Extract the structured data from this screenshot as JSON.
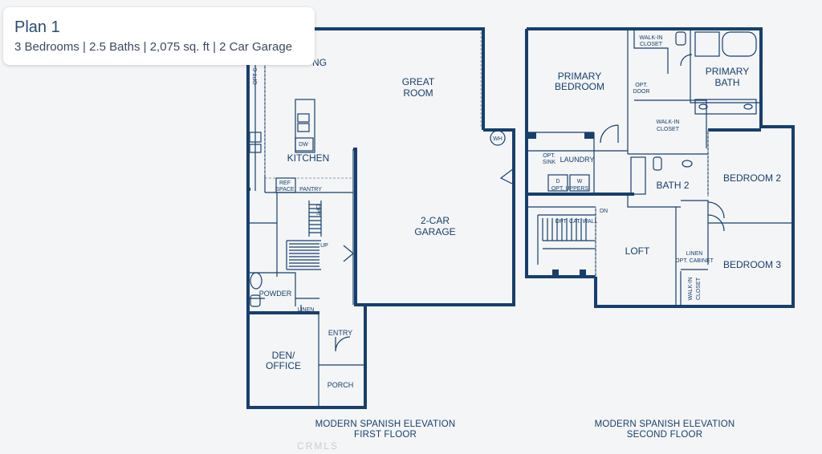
{
  "header": {
    "title": "Plan 1",
    "subtitle": "3 Bedrooms | 2.5 Baths | 2,075 sq. ft | 2 Car Garage"
  },
  "first_floor": {
    "caption_line1": "MODERN SPANISH ELEVATION",
    "caption_line2": "FIRST FLOOR",
    "rooms": {
      "dining": "NG",
      "great_room_1": "GREAT",
      "great_room_2": "ROOM",
      "kitchen": "KITCHEN",
      "dw": "DW",
      "ref_space_1": "REF",
      "ref_space_2": "SPACE",
      "pantry": "PANTRY",
      "garage_1": "2-CAR",
      "garage_2": "GARAGE",
      "wh": "WH",
      "up": "UP",
      "powder": "POWDER",
      "linen": "LINEN",
      "den_1": "DEN/",
      "den_2": "OFFICE",
      "entry": "ENTRY",
      "porch": "PORCH",
      "opt_label": "OPT",
      "opt_vertical": "OPT C",
      "opt_vertical_2": "OPT"
    }
  },
  "second_floor": {
    "caption_line1": "MODERN SPANISH ELEVATION",
    "caption_line2": "SECOND FLOOR",
    "rooms": {
      "primary_bedroom_1": "PRIMARY",
      "primary_bedroom_2": "BEDROOM",
      "walkin_1": "WALK-IN",
      "walkin_1b": "CLOSET",
      "primary_bath_1": "PRIMARY",
      "primary_bath_2": "BATH",
      "opt_door_1": "OPT.",
      "opt_door_2": "DOOR",
      "walkin_2": "WALK-IN",
      "walkin_2b": "CLOSET",
      "opt_sink_1": "OPT.",
      "opt_sink_2": "SINK",
      "laundry": "LAUNDRY",
      "d": "D",
      "w": "W",
      "opt_uppers": "OPT. UPPERS",
      "bath2": "BATH 2",
      "bedroom2": "BEDROOM 2",
      "dn": "DN",
      "opt_rail": "OPT. CAT. WALL",
      "loft": "LOFT",
      "linen": "LINEN",
      "opt_cabinet": "OPT. CABINET",
      "bedroom3": "BEDROOM 3",
      "walkin_3": "WALK-IN",
      "walkin_3b": "CLOSET"
    }
  },
  "watermark": "CRMLS"
}
